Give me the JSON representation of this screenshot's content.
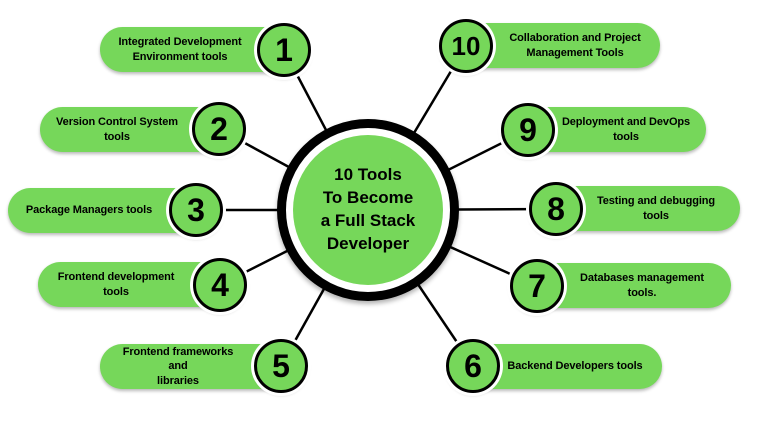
{
  "title": {
    "lines": [
      "10 Tools",
      "To Become",
      "a Full Stack",
      "Developer"
    ]
  },
  "colors": {
    "pill_green": "#76D75A",
    "outline_black": "#000000",
    "background_white": "#FFFFFF"
  },
  "items": [
    {
      "number": "1",
      "lines": [
        "Integrated Development",
        "Environment tools"
      ]
    },
    {
      "number": "2",
      "lines": [
        "Version Control System",
        "tools"
      ]
    },
    {
      "number": "3",
      "lines": [
        "Package Managers tools"
      ]
    },
    {
      "number": "4",
      "lines": [
        "Frontend development",
        "tools"
      ]
    },
    {
      "number": "5",
      "lines": [
        "Frontend frameworks and",
        "libraries"
      ]
    },
    {
      "number": "6",
      "lines": [
        "Backend Developers tools"
      ]
    },
    {
      "number": "7",
      "lines": [
        "Databases management",
        "tools."
      ]
    },
    {
      "number": "8",
      "lines": [
        "Testing and debugging",
        "tools"
      ]
    },
    {
      "number": "9",
      "lines": [
        "Deployment and DevOps",
        "tools"
      ]
    },
    {
      "number": "10",
      "lines": [
        "Collaboration and Project",
        "Management Tools"
      ]
    }
  ]
}
